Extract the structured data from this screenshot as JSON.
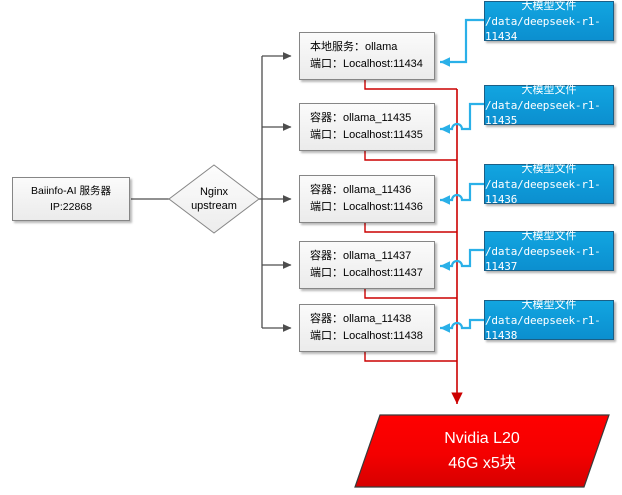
{
  "diagram": {
    "title": "Baiinfo-AI ollama deployment topology",
    "colors": {
      "flow_arrow": "#4d4d4d",
      "gpu_link": "#cc0000",
      "model_link": "#2ab0e8",
      "filebox_fill": "#0e9ad8",
      "filebox_border": "#1b5f86",
      "gpu_fill": "#ee0000",
      "node_fill": "#f2f2f2",
      "node_border": "#868686"
    }
  },
  "server": {
    "name": "Baiinfo-AI 服务器",
    "ip": "IP:22868"
  },
  "router": {
    "line1": "Nginx",
    "line2": "upstream"
  },
  "services": [
    {
      "line1": "本地服务：ollama",
      "line2": "端口：Localhost:11434"
    },
    {
      "line1": "容器：ollama_11435",
      "line2": "端口：Localhost:11435"
    },
    {
      "line1": "容器：ollama_11436",
      "line2": "端口：Localhost:11436"
    },
    {
      "line1": "容器：ollama_11437",
      "line2": "端口：Localhost:11437"
    },
    {
      "line1": "容器：ollama_11438",
      "line2": "端口：Localhost:11438"
    }
  ],
  "model_files": [
    {
      "title": "大模型文件",
      "path": "/data/deepseek-r1-11434"
    },
    {
      "title": "大模型文件",
      "path": "/data/deepseek-r1-11435"
    },
    {
      "title": "大模型文件",
      "path": "/data/deepseek-r1-11436"
    },
    {
      "title": "大模型文件",
      "path": "/data/deepseek-r1-11437"
    },
    {
      "title": "大模型文件",
      "path": "/data/deepseek-r1-11438"
    }
  ],
  "gpu": {
    "line1": "Nvidia L20",
    "line2": "46G x5块"
  }
}
